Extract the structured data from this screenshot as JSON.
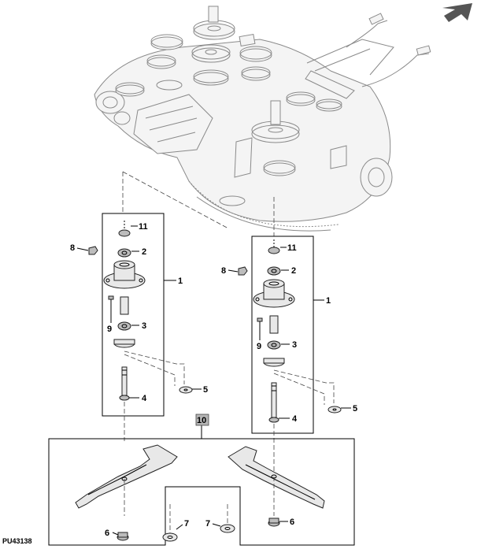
{
  "figure_id": "PU43138",
  "callouts": {
    "left": {
      "c11": "11",
      "c8": "8",
      "c2": "2",
      "c1": "1",
      "c9": "9",
      "c3": "3",
      "c5": "5",
      "c4": "4"
    },
    "right": {
      "c11": "11",
      "c8": "8",
      "c2": "2",
      "c1": "1",
      "c9": "9",
      "c3": "3",
      "c5": "5",
      "c4": "4"
    },
    "blade_group": "10",
    "bottom": {
      "l6": "6",
      "l7": "7",
      "r7": "7",
      "r6": "6"
    }
  },
  "icons": {
    "corner": "nav-arrow-icon"
  },
  "colors": {
    "ink": "#000000",
    "deck_line": "#8a8a8a",
    "group_box": "#a0a0a0"
  }
}
